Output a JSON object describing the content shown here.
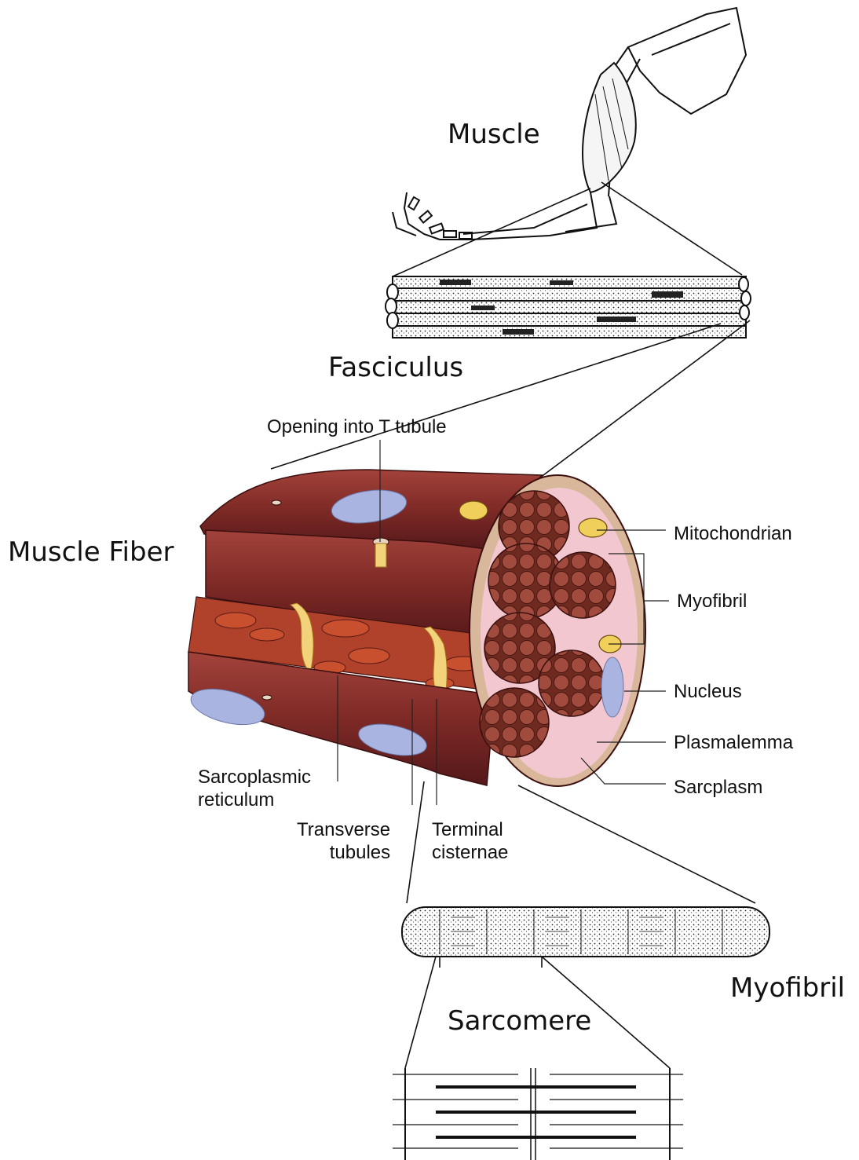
{
  "labels": {
    "muscle": "Muscle",
    "fasciculus": "Fasciculus",
    "muscle_fiber": "Muscle Fiber",
    "myofibril_main": "Myofibril",
    "sarcomere": "Sarcomere",
    "opening_t_tubule": "Opening into T tubule",
    "mitochondrian": "Mitochondrian",
    "myofibril_callout": "Myofibril",
    "nucleus": "Nucleus",
    "plasmalemma": "Plasmalemma",
    "sarcplasm": "Sarcplasm",
    "sarcoplasmic_reticulum": "Sarcoplasmic\nreticulum",
    "transverse_tubules": "Transverse\ntubules",
    "terminal_cisternae": "Terminal\ncisternae"
  },
  "colors": {
    "ink": "#111111",
    "muscle_red": "#7e2a26",
    "muscle_dark": "#5a1a17",
    "fibril_brown": "#8a3a2c",
    "reticulum_orange": "#c8502f",
    "tubule_yellow": "#f2d27a",
    "nucleus_blue": "#a9b4e0",
    "sarcoplasm_pink": "#f2c7cf",
    "membrane_tan": "#d8b79a"
  }
}
